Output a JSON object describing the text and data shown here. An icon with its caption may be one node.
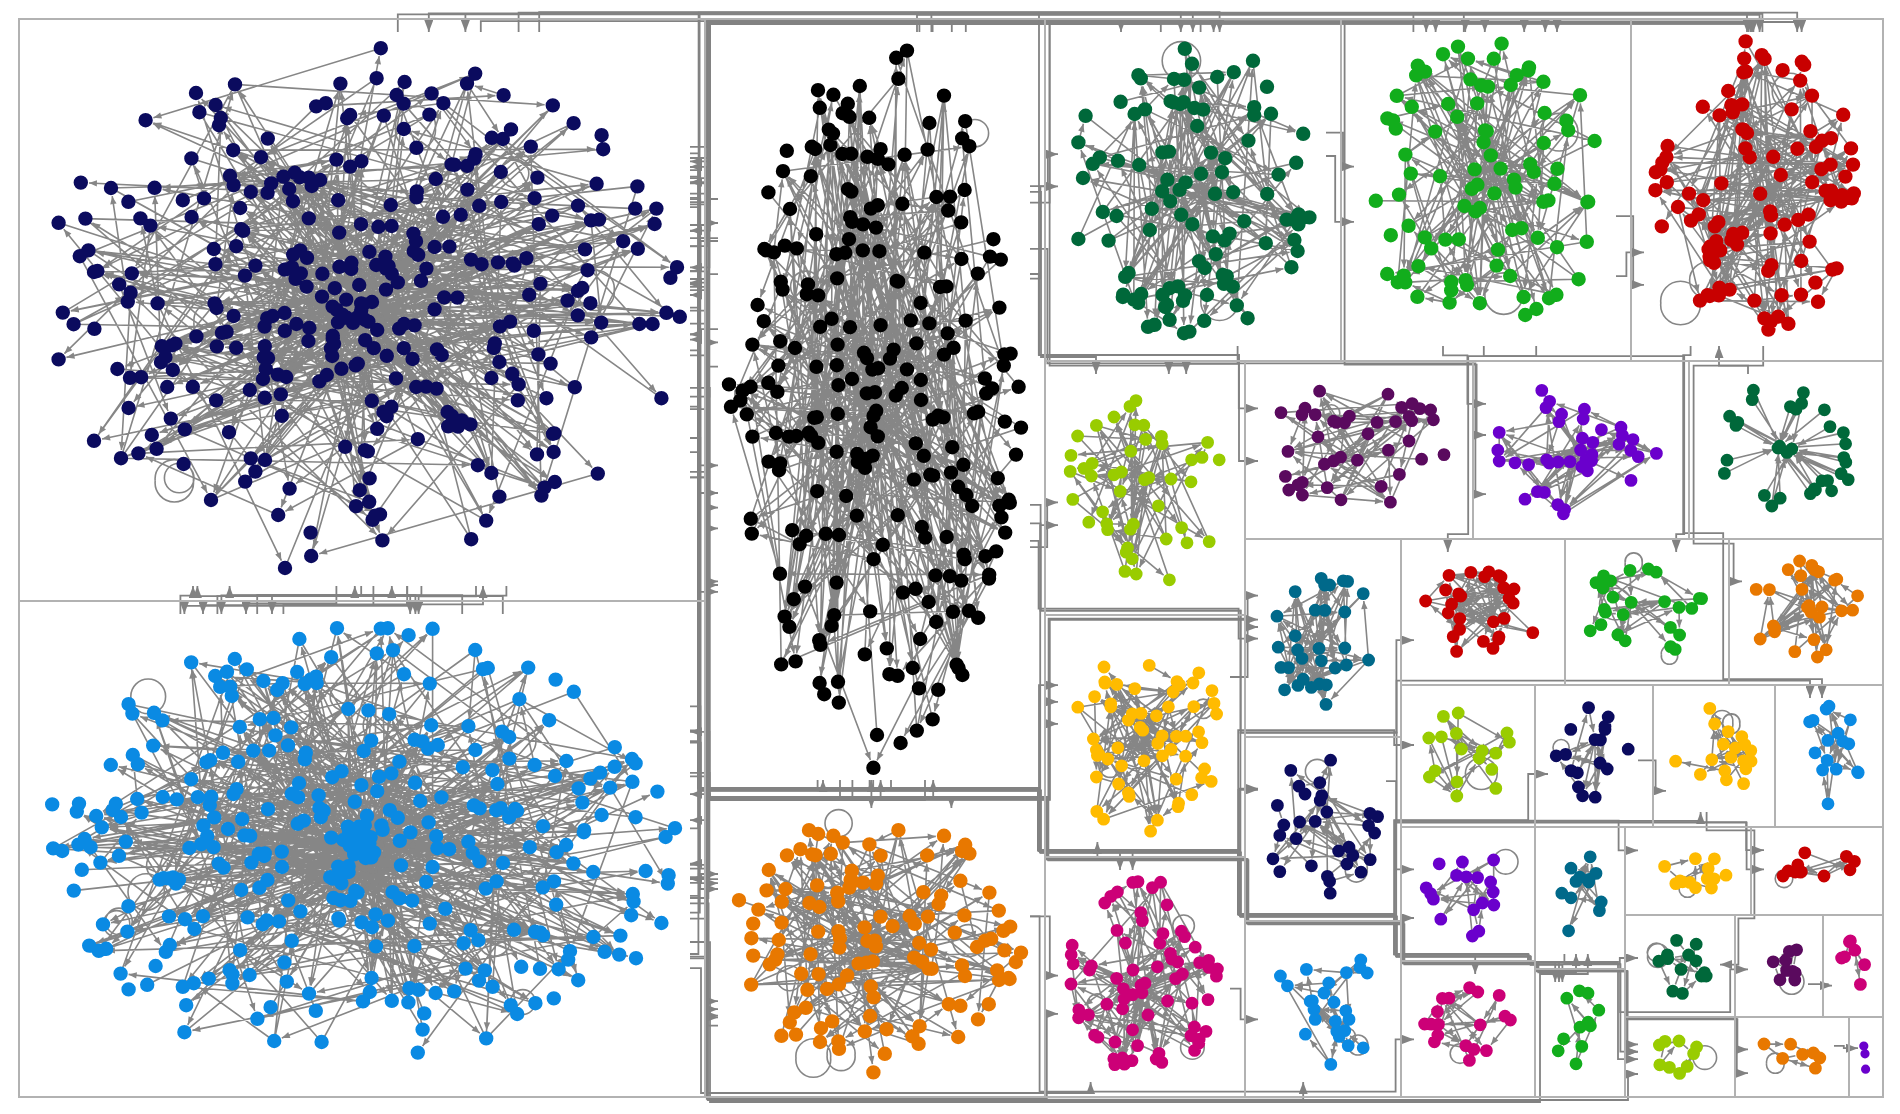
{
  "diagram": {
    "nodes": [
      {
        "text": [],
        "shape": "box"
      },
      {
        "text": [],
        "shape": "cluster",
        "in": 0
      },
      {
        "text": [],
        "shape": "box"
      },
      {
        "text": [],
        "shape": "cluster",
        "in": 2
      },
      {
        "text": [],
        "shape": "box"
      },
      {
        "text": [],
        "shape": "cluster",
        "in": 4
      },
      {
        "text": [],
        "shape": "cluster",
        "in": 4
      },
      {
        "text": [],
        "shape": "box"
      },
      {
        "text": [],
        "shape": "cluster",
        "in": 7
      },
      {
        "text": [],
        "shape": "box"
      },
      {
        "text": [],
        "shape": "cluster",
        "in": 9
      },
      {
        "text": [],
        "shape": "box"
      },
      {
        "text": [],
        "shape": "cluster",
        "in": 11
      },
      {
        "text": [],
        "shape": "box"
      },
      {
        "text": [],
        "shape": "cluster",
        "in": 13
      },
      {
        "text": [],
        "shape": "box"
      },
      {
        "text": [],
        "shape": "cluster",
        "in": 15
      },
      {
        "text": [],
        "shape": "box"
      },
      {
        "text": [],
        "shape": "cluster",
        "in": 17
      },
      {
        "text": [],
        "shape": "box"
      },
      {
        "text": [],
        "shape": "cluster",
        "in": 19
      },
      {
        "text": [],
        "shape": "box"
      },
      {
        "text": [],
        "shape": "cluster",
        "in": 21
      },
      {
        "text": [],
        "shape": "box"
      },
      {
        "text": [],
        "shape": "cluster",
        "in": 23
      },
      {
        "text": [],
        "shape": "box"
      },
      {
        "text": [],
        "shape": "cluster",
        "in": 25
      },
      {
        "text": [],
        "shape": "box"
      },
      {
        "text": [],
        "shape": "cluster",
        "in": 27
      },
      {
        "text": [],
        "shape": "box"
      },
      {
        "text": [],
        "shape": "cluster",
        "in": 29
      },
      {
        "text": [],
        "shape": "box"
      },
      {
        "text": [],
        "shape": "cluster",
        "in": 31
      },
      {
        "text": [],
        "shape": "box"
      },
      {
        "text": [],
        "shape": "cluster",
        "in": 33
      },
      {
        "text": [],
        "shape": "box"
      },
      {
        "text": [],
        "shape": "cluster",
        "in": 35
      },
      {
        "text": [],
        "shape": "box"
      },
      {
        "text": [],
        "shape": "cluster",
        "in": 37
      },
      {
        "text": [],
        "shape": "box"
      },
      {
        "text": [],
        "shape": "cluster",
        "in": 39
      },
      {
        "text": [],
        "shape": "box"
      },
      {
        "text": [],
        "shape": "cluster",
        "in": 41
      },
      {
        "text": [],
        "shape": "box"
      },
      {
        "text": [],
        "shape": "cluster",
        "in": 43
      },
      {
        "text": [],
        "shape": "box"
      },
      {
        "text": [],
        "shape": "cluster",
        "in": 45
      },
      {
        "text": [],
        "shape": "box"
      },
      {
        "text": [],
        "shape": "cluster",
        "in": 47
      },
      {
        "text": [],
        "shape": "box"
      },
      {
        "text": [],
        "shape": "cluster",
        "in": 49
      },
      {
        "text": [],
        "shape": "box"
      },
      {
        "text": [],
        "shape": "cluster",
        "in": 51
      },
      {
        "text": [],
        "shape": "box"
      },
      {
        "text": [],
        "shape": "cluster",
        "in": 53
      },
      {
        "text": [],
        "shape": "box"
      },
      {
        "text": [],
        "shape": "cluster",
        "in": 55
      },
      {
        "text": [],
        "shape": "box"
      },
      {
        "text": [],
        "shape": "cluster",
        "in": 57
      },
      {
        "text": [],
        "shape": "box"
      },
      {
        "text": [],
        "shape": "cluster",
        "in": 59
      },
      {
        "text": [],
        "shape": "box"
      },
      {
        "text": [],
        "shape": "cluster",
        "in": 61
      },
      {
        "text": [],
        "shape": "box"
      },
      {
        "text": [],
        "shape": "cluster",
        "in": 63
      },
      {
        "text": [],
        "shape": "box"
      },
      {
        "text": [],
        "shape": "cluster",
        "in": 65
      },
      {
        "text": [],
        "shape": "box"
      },
      {
        "text": [],
        "shape": "cluster",
        "in": 67
      }
    ],
    "edges": [
      {
        "from": 1,
        "to": 5,
        "arrow": "to"
      },
      {
        "from": 1,
        "to": 5,
        "arrow": "to"
      },
      {
        "from": 1,
        "to": 5,
        "arrow": "to"
      },
      {
        "from": 1,
        "to": 5,
        "arrow": "to"
      },
      {
        "from": 1,
        "to": 5,
        "arrow": "to"
      },
      {
        "from": 1,
        "to": 5,
        "arrow": "to"
      },
      {
        "from": 1,
        "to": 5,
        "arrow": "to"
      },
      {
        "from": 1,
        "to": 5,
        "arrow": "to"
      },
      {
        "from": 5,
        "to": 1,
        "arrow": "to"
      },
      {
        "from": 5,
        "to": 1,
        "arrow": "to"
      },
      {
        "from": 5,
        "to": 1,
        "arrow": "to"
      },
      {
        "from": 5,
        "to": 1,
        "arrow": "to"
      },
      {
        "from": 5,
        "to": 1,
        "arrow": "to"
      },
      {
        "from": 5,
        "to": 1,
        "arrow": "to"
      },
      {
        "from": 1,
        "to": 3,
        "arrow": "to"
      },
      {
        "from": 1,
        "to": 3,
        "arrow": "to"
      },
      {
        "from": 1,
        "to": 3,
        "arrow": "to"
      },
      {
        "from": 1,
        "to": 3,
        "arrow": "to"
      },
      {
        "from": 1,
        "to": 3,
        "arrow": "to"
      },
      {
        "from": 1,
        "to": 3,
        "arrow": "to"
      },
      {
        "from": 1,
        "to": 3,
        "arrow": "to"
      },
      {
        "from": 1,
        "to": 3,
        "arrow": "to"
      },
      {
        "from": 3,
        "to": 1,
        "arrow": "to"
      },
      {
        "from": 3,
        "to": 1,
        "arrow": "to"
      },
      {
        "from": 3,
        "to": 1,
        "arrow": "to"
      },
      {
        "from": 3,
        "to": 1,
        "arrow": "to"
      },
      {
        "from": 3,
        "to": 1,
        "arrow": "to"
      },
      {
        "from": 3,
        "to": 1,
        "arrow": "to"
      },
      {
        "from": 3,
        "to": 5,
        "arrow": "to"
      },
      {
        "from": 3,
        "to": 5,
        "arrow": "to"
      },
      {
        "from": 3,
        "to": 5,
        "arrow": "to"
      },
      {
        "from": 3,
        "to": 5,
        "arrow": "to"
      },
      {
        "from": 3,
        "to": 5,
        "arrow": "to"
      },
      {
        "from": 5,
        "to": 3,
        "arrow": "to"
      },
      {
        "from": 5,
        "to": 3,
        "arrow": "to"
      },
      {
        "from": 5,
        "to": 3,
        "arrow": "to"
      },
      {
        "from": 1,
        "to": 8,
        "arrow": "to"
      },
      {
        "from": 1,
        "to": 8,
        "arrow": "to"
      },
      {
        "from": 1,
        "to": 8,
        "arrow": "to"
      },
      {
        "from": 1,
        "to": 8,
        "arrow": "to"
      },
      {
        "from": 1,
        "to": 10,
        "arrow": "to"
      },
      {
        "from": 1,
        "to": 10,
        "arrow": "to"
      },
      {
        "from": 1,
        "to": 10,
        "arrow": "to"
      },
      {
        "from": 1,
        "to": 10,
        "arrow": "to"
      },
      {
        "from": 1,
        "to": 12,
        "arrow": "to"
      },
      {
        "from": 1,
        "to": 12,
        "arrow": "to"
      },
      {
        "from": 1,
        "to": 12,
        "arrow": "to"
      },
      {
        "from": 1,
        "to": 12,
        "arrow": "to"
      },
      {
        "from": 5,
        "to": 8,
        "arrow": "to"
      },
      {
        "from": 5,
        "to": 8,
        "arrow": "to"
      },
      {
        "from": 5,
        "to": 8,
        "arrow": "to"
      },
      {
        "from": 5,
        "to": 10,
        "arrow": "to"
      },
      {
        "from": 5,
        "to": 10,
        "arrow": "to"
      },
      {
        "from": 5,
        "to": 10,
        "arrow": "to"
      },
      {
        "from": 5,
        "to": 12,
        "arrow": "to"
      },
      {
        "from": 5,
        "to": 12,
        "arrow": "to"
      },
      {
        "from": 5,
        "to": 12,
        "arrow": "to"
      },
      {
        "from": 8,
        "to": 1,
        "arrow": "to"
      },
      {
        "from": 8,
        "to": 1,
        "arrow": "to"
      },
      {
        "from": 10,
        "to": 1,
        "arrow": "to"
      },
      {
        "from": 10,
        "to": 1,
        "arrow": "to"
      },
      {
        "from": 12,
        "to": 1,
        "arrow": "to"
      },
      {
        "from": 12,
        "to": 1,
        "arrow": "to"
      },
      {
        "from": 8,
        "to": 10,
        "arrow": "to"
      },
      {
        "from": 8,
        "to": 10,
        "arrow": "to"
      },
      {
        "from": 10,
        "to": 12,
        "arrow": "to"
      },
      {
        "from": 10,
        "to": 12,
        "arrow": "to"
      },
      {
        "from": 1,
        "to": 6,
        "arrow": "to"
      },
      {
        "from": 1,
        "to": 6,
        "arrow": "to"
      },
      {
        "from": 1,
        "to": 6,
        "arrow": "to"
      },
      {
        "from": 3,
        "to": 6,
        "arrow": "to"
      },
      {
        "from": 3,
        "to": 6,
        "arrow": "to"
      },
      {
        "from": 3,
        "to": 6,
        "arrow": "to"
      },
      {
        "from": 3,
        "to": 6,
        "arrow": "to"
      },
      {
        "from": 6,
        "to": 3,
        "arrow": "to"
      },
      {
        "from": 6,
        "to": 3,
        "arrow": "to"
      },
      {
        "from": 5,
        "to": 6,
        "arrow": "to"
      },
      {
        "from": 5,
        "to": 6,
        "arrow": "to"
      },
      {
        "from": 1,
        "to": 14,
        "arrow": "to"
      },
      {
        "from": 1,
        "to": 14,
        "arrow": "to"
      },
      {
        "from": 5,
        "to": 14,
        "arrow": "to"
      },
      {
        "from": 5,
        "to": 14,
        "arrow": "to"
      },
      {
        "from": 1,
        "to": 22,
        "arrow": "to"
      },
      {
        "from": 1,
        "to": 22,
        "arrow": "to"
      },
      {
        "from": 3,
        "to": 22,
        "arrow": "to"
      },
      {
        "from": 3,
        "to": 22,
        "arrow": "to"
      },
      {
        "from": 1,
        "to": 24,
        "arrow": "to"
      },
      {
        "from": 1,
        "to": 24,
        "arrow": "to"
      },
      {
        "from": 3,
        "to": 24,
        "arrow": "to"
      },
      {
        "from": 3,
        "to": 24,
        "arrow": "to"
      },
      {
        "from": 1,
        "to": 26,
        "arrow": "to"
      },
      {
        "from": 1,
        "to": 26,
        "arrow": "to"
      },
      {
        "from": 5,
        "to": 26,
        "arrow": "to"
      },
      {
        "from": 1,
        "to": 16,
        "arrow": "to"
      },
      {
        "from": 5,
        "to": 16,
        "arrow": "to"
      },
      {
        "from": 1,
        "to": 18,
        "arrow": "to"
      },
      {
        "from": 5,
        "to": 18,
        "arrow": "to"
      },
      {
        "from": 3,
        "to": 34,
        "arrow": "to"
      },
      {
        "from": 3,
        "to": 34,
        "arrow": "to"
      },
      {
        "from": 3,
        "to": 36,
        "arrow": "to"
      },
      {
        "from": 1,
        "to": 28,
        "arrow": "to"
      },
      {
        "from": 10,
        "to": 28,
        "arrow": "to"
      },
      {
        "from": 1,
        "to": 64,
        "arrow": "to"
      },
      {
        "from": 1,
        "to": 64,
        "arrow": "to"
      },
      {
        "from": 1,
        "to": 64,
        "arrow": "to"
      },
      {
        "from": 3,
        "to": 64,
        "arrow": "to"
      },
      {
        "from": 3,
        "to": 64,
        "arrow": "to"
      },
      {
        "from": 1,
        "to": 66,
        "arrow": "to"
      },
      {
        "from": 1,
        "to": 66,
        "arrow": "to"
      },
      {
        "from": 1,
        "to": 56,
        "arrow": "to"
      },
      {
        "from": 1,
        "to": 56,
        "arrow": "to"
      },
      {
        "from": 3,
        "to": 56,
        "arrow": "to"
      },
      {
        "from": 3,
        "to": 46,
        "arrow": "to"
      },
      {
        "from": 3,
        "to": 48,
        "arrow": "to"
      },
      {
        "from": 1,
        "to": 48,
        "arrow": "to"
      },
      {
        "from": 5,
        "to": 54,
        "arrow": "to"
      },
      {
        "from": 5,
        "to": 50,
        "arrow": "to"
      },
      {
        "from": 5,
        "to": 52,
        "arrow": "to"
      },
      {
        "from": 1,
        "to": 52,
        "arrow": "to"
      },
      {
        "from": 10,
        "to": 30,
        "arrow": "to"
      },
      {
        "from": 12,
        "to": 32,
        "arrow": "to"
      },
      {
        "from": 12,
        "to": 44,
        "arrow": "to"
      },
      {
        "from": 20,
        "to": 12,
        "arrow": "to"
      },
      {
        "from": 40,
        "to": 42,
        "arrow": "to"
      },
      {
        "from": 42,
        "to": 58,
        "arrow": "to"
      },
      {
        "from": 1,
        "to": 40,
        "arrow": "to"
      },
      {
        "from": 3,
        "to": 38,
        "arrow": "to"
      },
      {
        "from": 48,
        "to": 58,
        "arrow": "to"
      },
      {
        "from": 8,
        "to": 14,
        "arrow": "to"
      },
      {
        "from": 10,
        "to": 18,
        "arrow": "to"
      },
      {
        "from": 6,
        "to": 24,
        "arrow": "to"
      },
      {
        "from": 6,
        "to": 54,
        "arrow": "to"
      },
      {
        "from": 22,
        "to": 26,
        "arrow": "to"
      },
      {
        "from": 60,
        "to": 62,
        "arrow": "to"
      },
      {
        "from": 66,
        "to": 68,
        "arrow": "to"
      },
      {
        "from": 1,
        "to": 42,
        "arrow": "to"
      },
      {
        "from": 5,
        "to": 44,
        "arrow": "to"
      },
      {
        "from": 1,
        "to": 60,
        "arrow": "to"
      },
      {
        "from": 24,
        "to": 36,
        "arrow": "to"
      },
      {
        "from": 34,
        "to": 46,
        "arrow": "to"
      }
    ]
  }
}
